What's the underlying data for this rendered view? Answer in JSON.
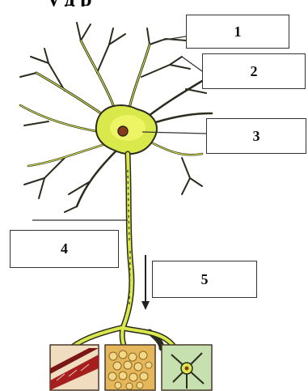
{
  "header": {
    "title_fragment": "у        д р"
  },
  "labels": [
    {
      "id": "1",
      "text": "1"
    },
    {
      "id": "2",
      "text": "2"
    },
    {
      "id": "3",
      "text": "3"
    },
    {
      "id": "4",
      "text": "4"
    },
    {
      "id": "5",
      "text": "5"
    }
  ],
  "colors": {
    "neuron_fill": "#d9e84a",
    "neuron_highlight": "#f2f76a",
    "outline": "#2b2b1e",
    "nucleus": "#8a3a1a",
    "tile_red": "#a51f1f",
    "tile_cells": "#e5b65a",
    "tile_neuron_bg": "#c7e0b0"
  },
  "icons": {
    "arrow": "down-arrow-icon",
    "nucleus": "nucleus-icon"
  }
}
